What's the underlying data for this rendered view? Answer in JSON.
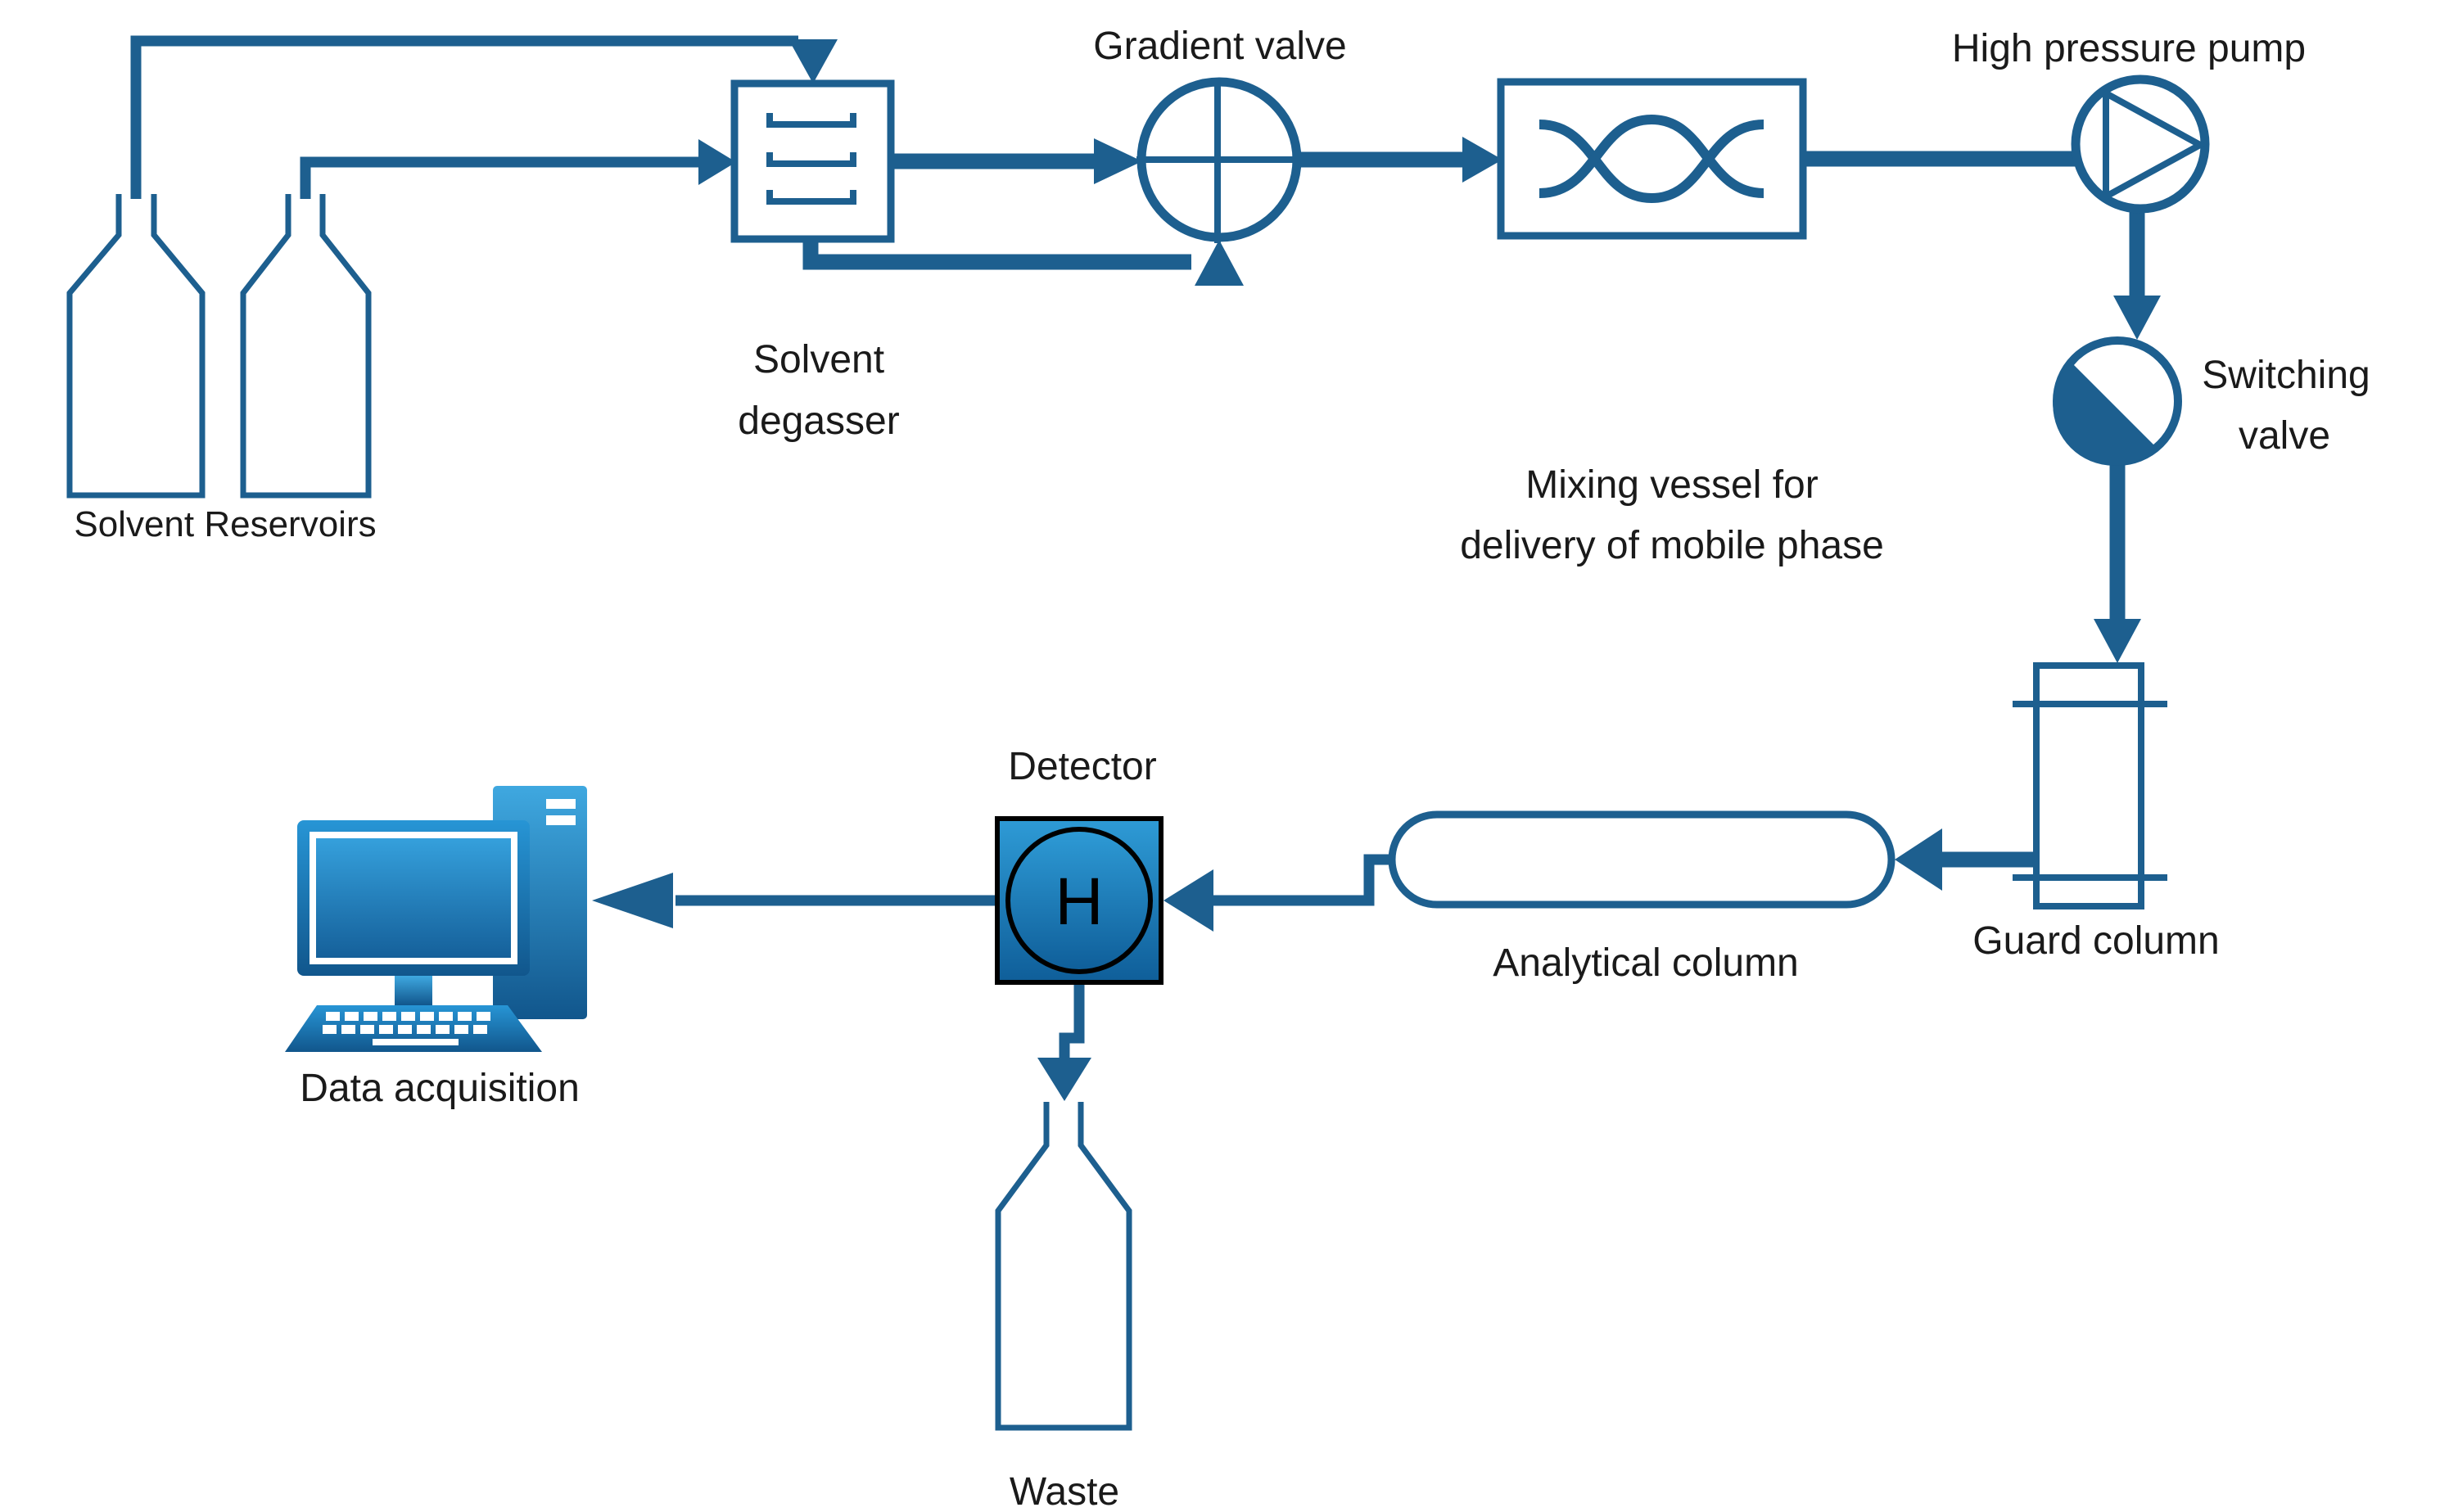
{
  "colors": {
    "accent": "#1d5f8f",
    "text": "#1a1a1a",
    "background": "#ffffff",
    "detector_fill_top": "#2e9bd6",
    "detector_fill_bottom": "#0f5e99",
    "computer_light": "#3fa8e0",
    "computer_dark": "#11568c",
    "screen_light": "#35a0dc",
    "screen_dark": "#15609a"
  },
  "labels": {
    "solvent_reservoirs": "Solvent Reservoirs",
    "solvent_degasser": {
      "line1": "Solvent",
      "line2": "degasser"
    },
    "gradient_valve": "Gradient valve",
    "mixing_vessel": {
      "line1": "Mixing vessel for",
      "line2": "delivery of mobile phase"
    },
    "high_pressure_pump": "High pressure pump",
    "switching_valve": {
      "line1": "Switching",
      "line2": "valve"
    },
    "guard_column": "Guard column",
    "analytical_column": "Analytical column",
    "detector": "Detector",
    "detector_symbol": "H",
    "data_acquisition": "Data acquisition",
    "waste": "Waste"
  },
  "components": [
    {
      "id": "solvent-reservoirs",
      "type": "bottles",
      "label": "Solvent Reservoirs"
    },
    {
      "id": "solvent-degasser",
      "type": "box-with-trays",
      "label": "Solvent degasser"
    },
    {
      "id": "gradient-valve",
      "type": "circle-with-cross",
      "label": "Gradient valve"
    },
    {
      "id": "mixing-vessel",
      "type": "box-with-crossed-waves",
      "label": "Mixing vessel for delivery of mobile phase"
    },
    {
      "id": "high-pressure-pump",
      "type": "circle-with-triangle",
      "label": "High pressure pump"
    },
    {
      "id": "switching-valve",
      "type": "half-filled-circle",
      "label": "Switching valve"
    },
    {
      "id": "guard-column",
      "type": "rect-with-cross-lines",
      "label": "Guard column"
    },
    {
      "id": "analytical-column",
      "type": "capsule",
      "label": "Analytical column"
    },
    {
      "id": "detector",
      "type": "square-circle-H",
      "label": "Detector"
    },
    {
      "id": "data-acquisition",
      "type": "computer",
      "label": "Data acquisition"
    },
    {
      "id": "waste",
      "type": "bottle",
      "label": "Waste"
    }
  ],
  "connections": [
    {
      "from": "solvent-reservoir-1",
      "to": "solvent-degasser"
    },
    {
      "from": "solvent-reservoir-2",
      "to": "solvent-degasser"
    },
    {
      "from": "solvent-degasser",
      "to": "gradient-valve"
    },
    {
      "from": "solvent-degasser",
      "to": "gradient-valve-bottom"
    },
    {
      "from": "gradient-valve",
      "to": "mixing-vessel"
    },
    {
      "from": "mixing-vessel",
      "to": "high-pressure-pump"
    },
    {
      "from": "high-pressure-pump",
      "to": "switching-valve"
    },
    {
      "from": "switching-valve",
      "to": "guard-column"
    },
    {
      "from": "guard-column",
      "to": "analytical-column"
    },
    {
      "from": "analytical-column",
      "to": "detector"
    },
    {
      "from": "detector",
      "to": "data-acquisition"
    },
    {
      "from": "detector",
      "to": "waste"
    }
  ]
}
